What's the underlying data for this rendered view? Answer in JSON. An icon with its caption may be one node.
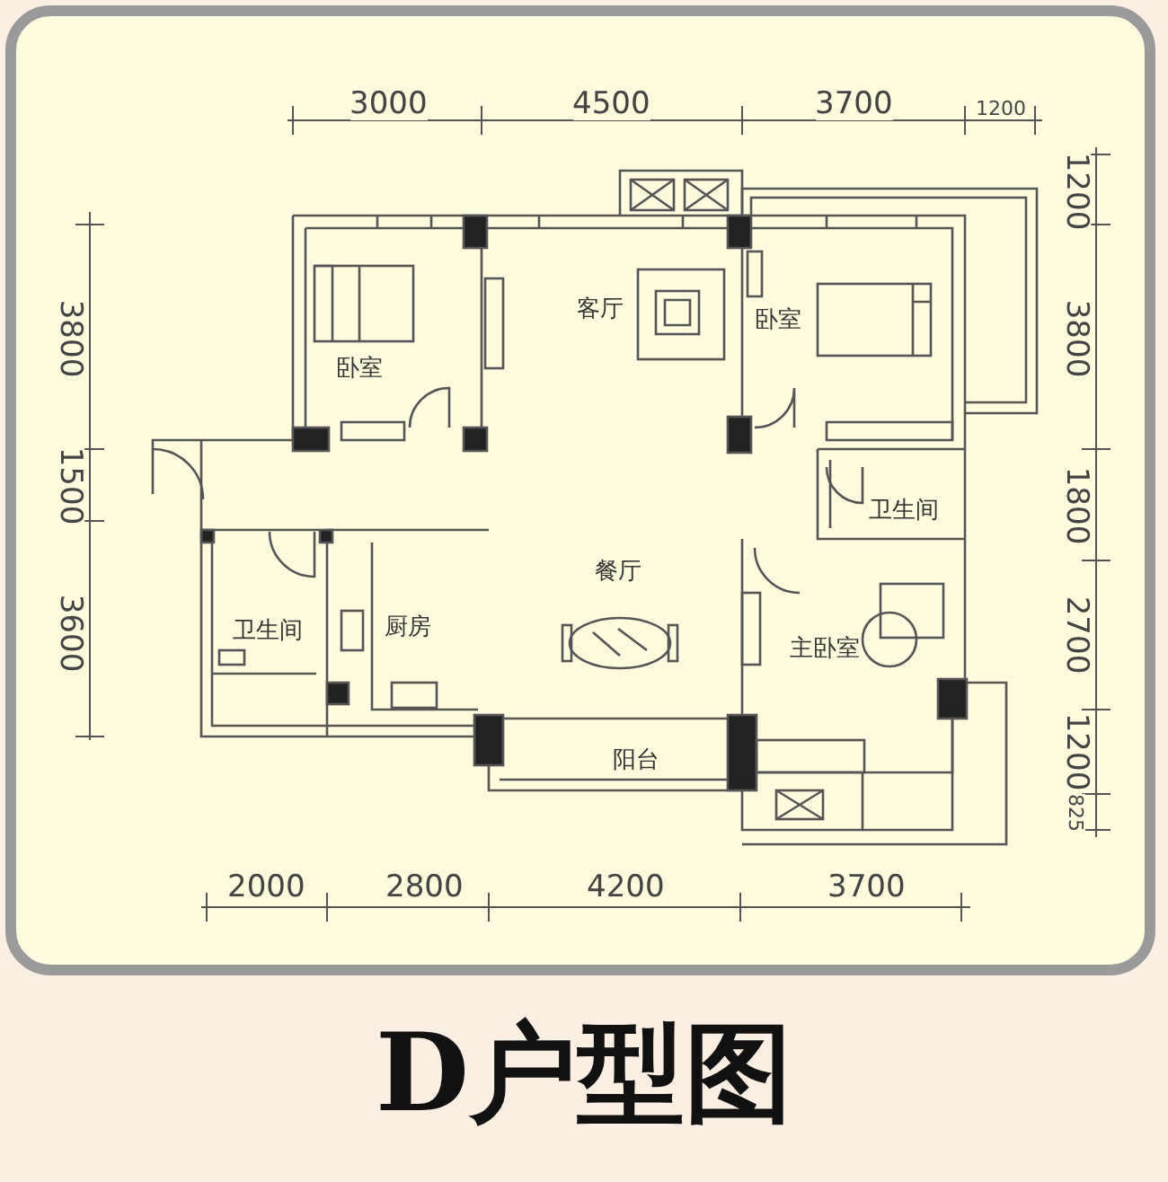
{
  "diagram": {
    "title": "D户型图",
    "labels": [
      "3000",
      "4500",
      "3700",
      "1200",
      "1200",
      "3800",
      "客厅",
      "卧室",
      "卧室",
      "3800",
      "1500",
      "1800",
      "卫生间",
      "餐厅",
      "卫生间",
      "厨房",
      "3600",
      "主卧室",
      "2700",
      "阳台",
      "1200",
      "825",
      "2000",
      "2800",
      "4200",
      "3700"
    ]
  }
}
